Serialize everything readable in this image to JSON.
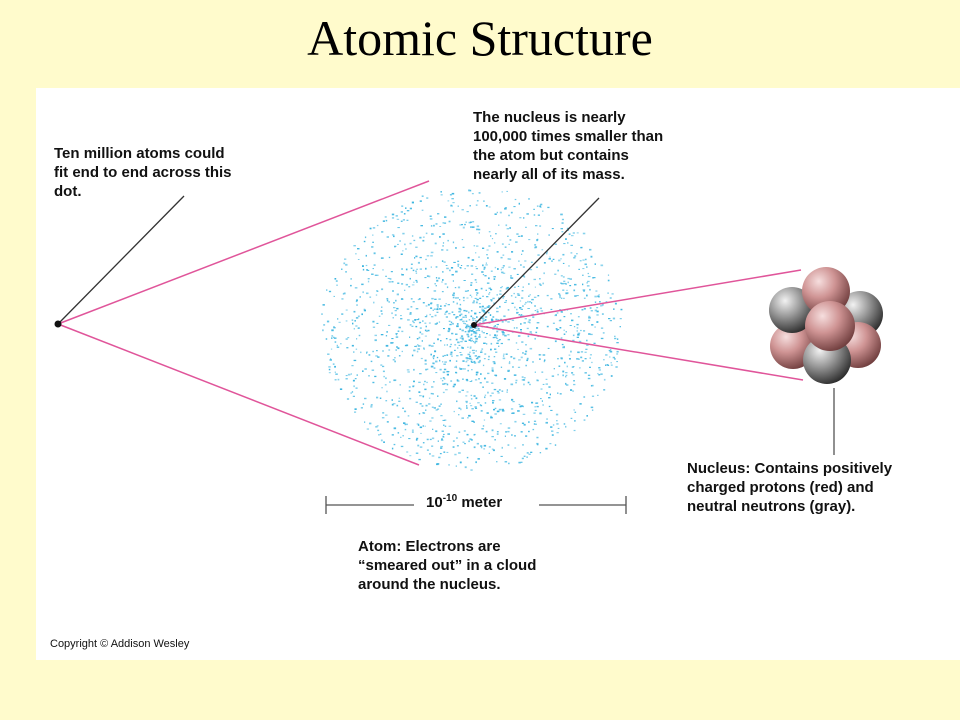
{
  "title": "Atomic Structure",
  "captions": {
    "dot": [
      "Ten million atoms could",
      "fit end to end across this",
      "dot."
    ],
    "nucleus_size": [
      "The nucleus is nearly",
      "100,000 times smaller than",
      "the atom but contains",
      "nearly all of its mass."
    ],
    "nucleus": [
      "Nucleus: Contains positively",
      "charged protons (red) and",
      "neutral neutrons (gray)."
    ],
    "atom": [
      "Atom: Electrons are",
      "“smeared out” in a cloud",
      "around the nucleus."
    ]
  },
  "scale": {
    "base": "10",
    "exponent": "-10",
    "unit": "meter"
  },
  "copyright": "Copyright © Addison Wesley",
  "colors": {
    "background": "#fffbcc",
    "zoom_lines": "#e0559a",
    "electron_cloud": "#3bb5e0",
    "proton": "#c98a8a",
    "neutron": "#8c8c8c"
  }
}
